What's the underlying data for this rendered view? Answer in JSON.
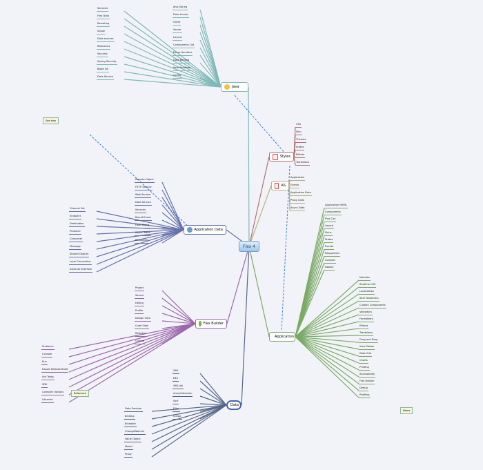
{
  "center": {
    "label": "Flex 4"
  },
  "colors": {
    "teal": "#7fb8b8",
    "red": "#b07070",
    "olive": "#b8b080",
    "green": "#7aaa66",
    "blue": "#6670aa",
    "purple": "#9b66aa",
    "navy": "#556688",
    "link": "#3a7fd0"
  },
  "branches": [
    {
      "id": "java",
      "label": "Java",
      "color": "teal",
      "icon": "smiley-icon",
      "leaves": [
        "Java Spring",
        "Data Access",
        "Client",
        "Server",
        "Layout",
        "Components List",
        "Event Handlers",
        "Data Binding",
        "Item Renderer",
        "Config",
        "Services",
        "Flex Data",
        "Remoting",
        "Scope",
        "Data sources",
        "Resources",
        "Security",
        "Spring Security",
        "Blaze DS",
        "Data Service"
      ]
    },
    {
      "id": "styles",
      "label": "Styles",
      "color": "red",
      "icon": "note-icon",
      "leaves": [
        "CSS",
        "Skin",
        "Themes",
        "States",
        "Effects",
        "Transitions"
      ]
    },
    {
      "id": "as",
      "label": "AS",
      "color": "olive",
      "icon": "note-icon",
      "leaves": [
        "Application",
        "Events",
        "Application Data",
        "Proxy Calls",
        "Async Data"
      ]
    },
    {
      "id": "app",
      "label": "Application",
      "color": "green",
      "icon": "stop-icon",
      "leaves": [
        "Application MXML",
        "Components",
        "Flex Con",
        "Layout",
        "Skins",
        "States",
        "Events",
        "Responders",
        "Compile",
        "Deploy",
        "Modules",
        "Runtime CSS",
        "Localization",
        "Item Renderers",
        "Custom Components",
        "Validators",
        "Formatters",
        "Effects",
        "Transitions",
        "Drag and Drop",
        "View States",
        "Data Grid",
        "Charts",
        "Printing",
        "Accessibility",
        "Flex Builder",
        "Debug",
        "Profiling"
      ]
    },
    {
      "id": "appdata",
      "label": "Application Data",
      "color": "blue",
      "icon": "globe-icon",
      "leaves": [
        "Remote Object",
        "HTTP Service",
        "Web Service",
        "Data Service",
        "Services",
        "Result Event",
        "Fault Event",
        "Async Token",
        "Responder",
        "Channel Set",
        "Endpoint",
        "Destination",
        "Producer",
        "Consumer",
        "Message",
        "Shared Objects",
        "Local Connection",
        "External Interface"
      ]
    },
    {
      "id": "builder",
      "label": "Flex Builder",
      "color": "purple",
      "icon": "leaf-icon",
      "leaves": [
        "Project",
        "Source",
        "Debug",
        "Profile",
        "Design View",
        "Code View",
        "Refactor",
        "Outline",
        "Problems",
        "Console",
        "Run",
        "Export Release Build",
        "Ant Tasks",
        "SDK",
        "Compiler Options",
        "Libraries"
      ]
    },
    {
      "id": "data",
      "label": "Data",
      "color": "navy",
      "icon": "none",
      "leaves": [
        "XML",
        "E4X",
        "XMLList",
        "ArrayCollection",
        "Sort",
        "Filter",
        "Cursor",
        "Data Provider",
        "Binding",
        "Bindable",
        "ChangeWatcher",
        "Value Object",
        "Model",
        "Proxy"
      ]
    }
  ],
  "notes": [
    "See also",
    "Notes",
    "Reference"
  ]
}
